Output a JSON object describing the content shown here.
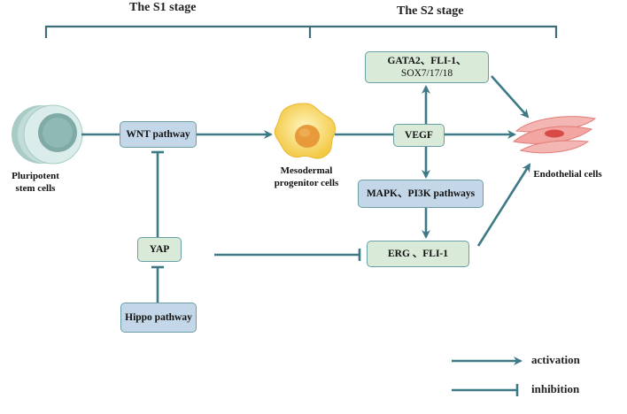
{
  "stages": {
    "s1": "The S1 stage",
    "s2": "The S2 stage"
  },
  "cells": {
    "pluripotent": "Pluripotent\nstem cells",
    "mesodermal": "Mesodermal\nprogenitor cells",
    "endothelial": "Endothelial cells"
  },
  "boxes": {
    "wnt": "WNT pathway",
    "yap": "YAP",
    "hippo": "Hippo pathway",
    "vegf": "VEGF",
    "gata_line1": "GATA2、FLI-1、",
    "gata_line2": "SOX7/17/18",
    "mapk": "MAPK、PI3K pathways",
    "erg": "ERG 、FLI-1"
  },
  "legend": {
    "activation": "activation",
    "inhibition": "inhibition"
  },
  "colors": {
    "arrow": "#3d7a86",
    "green_box": "#d9ead8",
    "blue_box": "#c4d7e9",
    "box_border": "#6a9fa6"
  }
}
